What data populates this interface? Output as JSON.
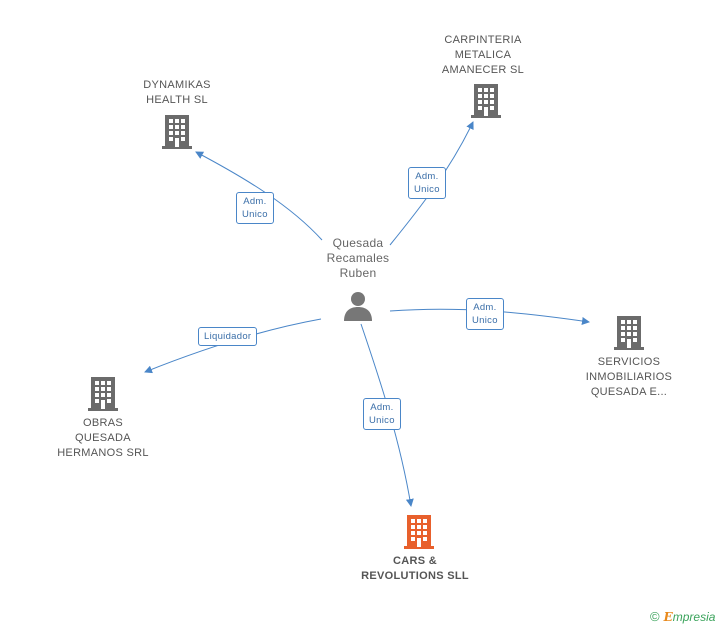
{
  "center": {
    "name_lines": [
      "Quesada",
      "Recamales",
      "Ruben"
    ],
    "icon": "person-icon"
  },
  "companies": [
    {
      "id": "dynamikas",
      "name_lines": [
        "DYNAMIKAS",
        "HEALTH SL"
      ],
      "icon": "building-icon",
      "color": "#6b6b6b"
    },
    {
      "id": "carpinteria",
      "name_lines": [
        "CARPINTERIA",
        "METALICA",
        "AMANECER SL"
      ],
      "icon": "building-icon",
      "color": "#6b6b6b"
    },
    {
      "id": "servicios",
      "name_lines": [
        "SERVICIOS",
        "INMOBILIARIOS",
        "QUESADA E..."
      ],
      "icon": "building-icon",
      "color": "#6b6b6b"
    },
    {
      "id": "obras",
      "name_lines": [
        "OBRAS",
        "QUESADA",
        "HERMANOS SRL"
      ],
      "icon": "building-icon",
      "color": "#6b6b6b"
    },
    {
      "id": "cars",
      "name_lines": [
        "CARS &",
        "REVOLUTIONS SLL"
      ],
      "icon": "building-icon",
      "color": "#e8602c",
      "focus": true
    }
  ],
  "relations": [
    {
      "target": "dynamikas",
      "role_lines": [
        "Adm.",
        "Unico"
      ]
    },
    {
      "target": "carpinteria",
      "role_lines": [
        "Adm.",
        "Unico"
      ]
    },
    {
      "target": "servicios",
      "role_lines": [
        "Adm.",
        "Unico"
      ]
    },
    {
      "target": "obras",
      "role_lines": [
        "Liquidador"
      ]
    },
    {
      "target": "cars",
      "role_lines": [
        "Adm.",
        "Unico"
      ]
    }
  ],
  "colors": {
    "edge": "#4a86c8",
    "person": "#777777",
    "building": "#6b6b6b",
    "focus_building": "#e8602c"
  },
  "brand": {
    "copyright_symbol": "©",
    "name_first": "E",
    "name_rest": "mpresia"
  }
}
